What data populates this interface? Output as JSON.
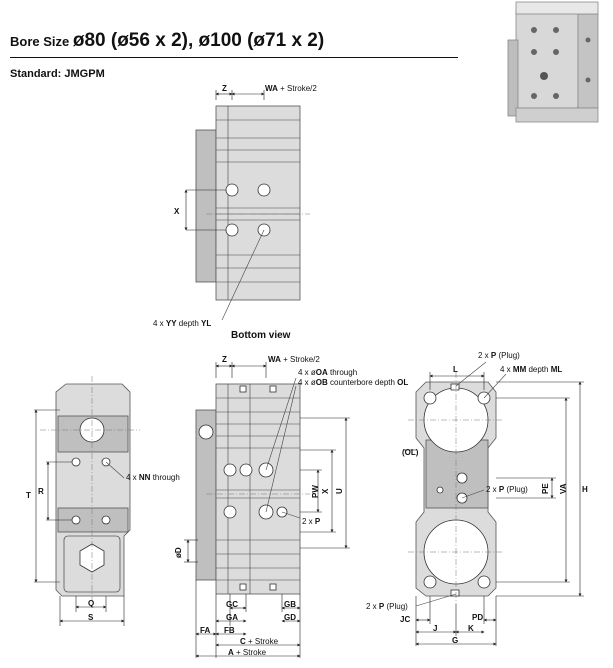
{
  "header": {
    "bore_prefix": "Bore Size ",
    "bore_main": "ø80 (ø56 x 2), ø100 (ø71 x 2)",
    "standard": "Standard: JMGPM"
  },
  "bottom_view": {
    "caption": "Bottom view",
    "z": "Z",
    "wa": "WA",
    "wa_suffix": "+ Stroke/2",
    "x": "X",
    "yy_prefix": "4 x ",
    "yy": "YY",
    "yy_mid": " depth ",
    "yl": "YL"
  },
  "side_view": {
    "z": "Z",
    "wa": "WA",
    "wa_suffix": "+ Stroke/2",
    "oa_prefix": "4 x ø",
    "oa": "OA",
    "oa_suffix": " through",
    "ob_prefix": "4 x ø",
    "ob": "OB",
    "ob_mid": " counterbore depth ",
    "ol": "OL",
    "pw": "PW",
    "x": "X",
    "u": "U",
    "p2_prefix": "2 x ",
    "p2": "P",
    "od": "øD",
    "gc": "GC",
    "gb": "GB",
    "ga": "GA",
    "gd": "GD",
    "fa": "FA",
    "fb": "FB",
    "c": "C",
    "c_suffix": "+ Stroke",
    "a": "A",
    "a_suffix": "+ Stroke"
  },
  "left_view": {
    "nn_prefix": "4 x ",
    "nn": "NN",
    "nn_suffix": " through",
    "t": "T",
    "r": "R",
    "q": "Q",
    "s": "S"
  },
  "end_view": {
    "p_plug_top_prefix": "2 x ",
    "p_plug_top": "P",
    "p_plug_top_suffix": " (Plug)",
    "l": "L",
    "mm_prefix": "4 x ",
    "mm": "MM",
    "mm_mid": " depth ",
    "ml": "ML",
    "ol": "(OL)",
    "p_plug_mid_prefix": "2 x ",
    "p_plug_mid": "P",
    "p_plug_mid_suffix": " (Plug)",
    "pe": "PE",
    "va": "VA",
    "h": "H",
    "p_plug_bot_prefix": "2 x ",
    "p_plug_bot": "P",
    "p_plug_bot_suffix": " (Plug)",
    "jc": "JC",
    "pd": "PD",
    "j": "J",
    "k": "K",
    "g": "G"
  }
}
